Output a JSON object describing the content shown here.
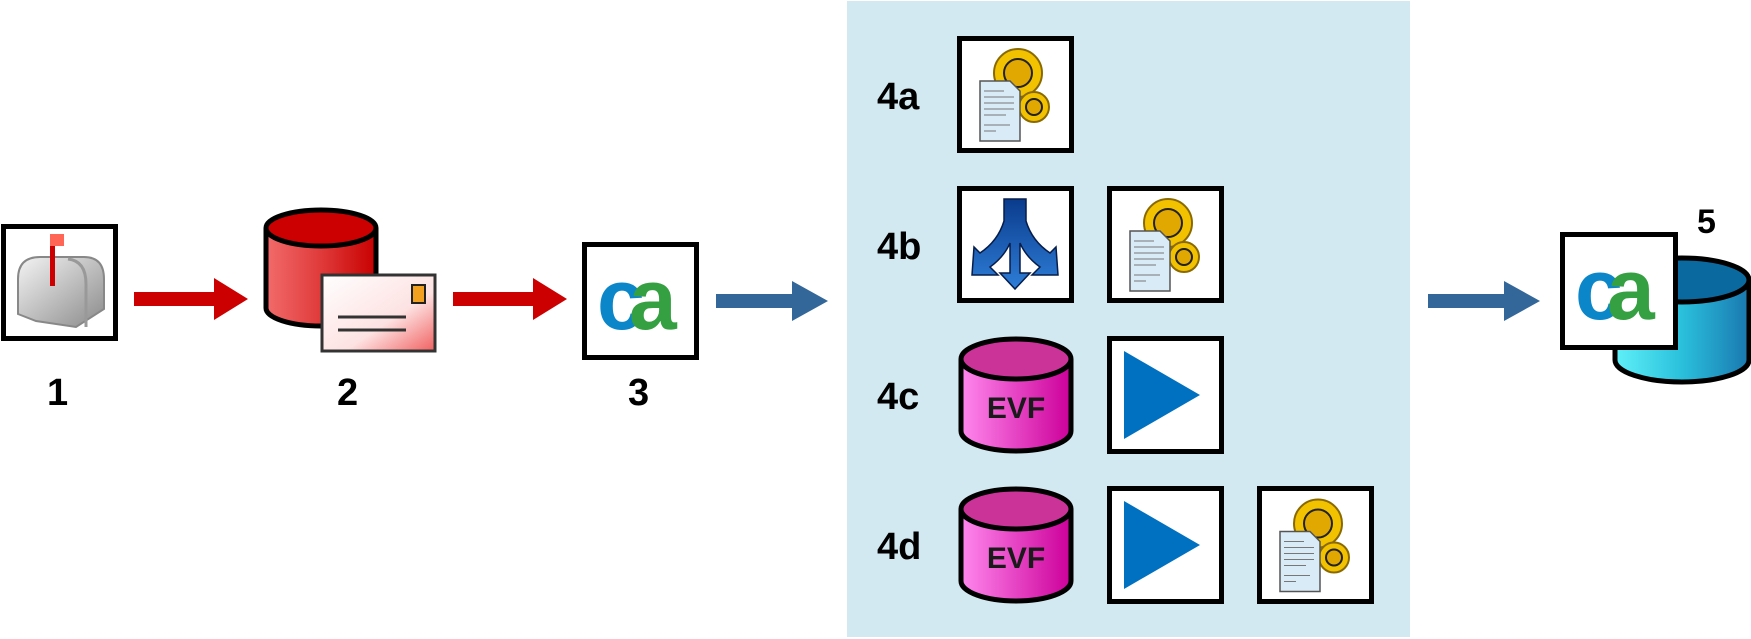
{
  "diagram": {
    "type": "workflow",
    "colors": {
      "red_arrow": "#cc0000",
      "blue_arrow": "#336699",
      "panel_background": "#d2e9f1",
      "evf_db": "#e03bc0",
      "play": "#0070c0",
      "ca_blue": "#0a86c9",
      "ca_green": "#35a041",
      "target_db": "#1d8fb8"
    },
    "steps": [
      {
        "id": "1",
        "label": "1",
        "icon": "mailbox-icon"
      },
      {
        "id": "2",
        "label": "2",
        "icon": "mail-database-icon"
      },
      {
        "id": "3",
        "label": "3",
        "icon": "ca-logo-icon"
      },
      {
        "id": "5",
        "label": "5",
        "icon": "ca-database-icon"
      }
    ],
    "options": [
      {
        "label": "4a",
        "icons": [
          "script-gears-icon"
        ]
      },
      {
        "label": "4b",
        "icons": [
          "split-arrow-icon",
          "script-gears-icon"
        ]
      },
      {
        "label": "4c",
        "icons": [
          "evf-database-icon",
          "play-icon"
        ]
      },
      {
        "label": "4d",
        "icons": [
          "evf-database-icon",
          "play-icon",
          "script-gears-icon"
        ]
      }
    ],
    "ca_text": {
      "c": "c",
      "a": "a"
    },
    "evf_text": "EVF"
  }
}
